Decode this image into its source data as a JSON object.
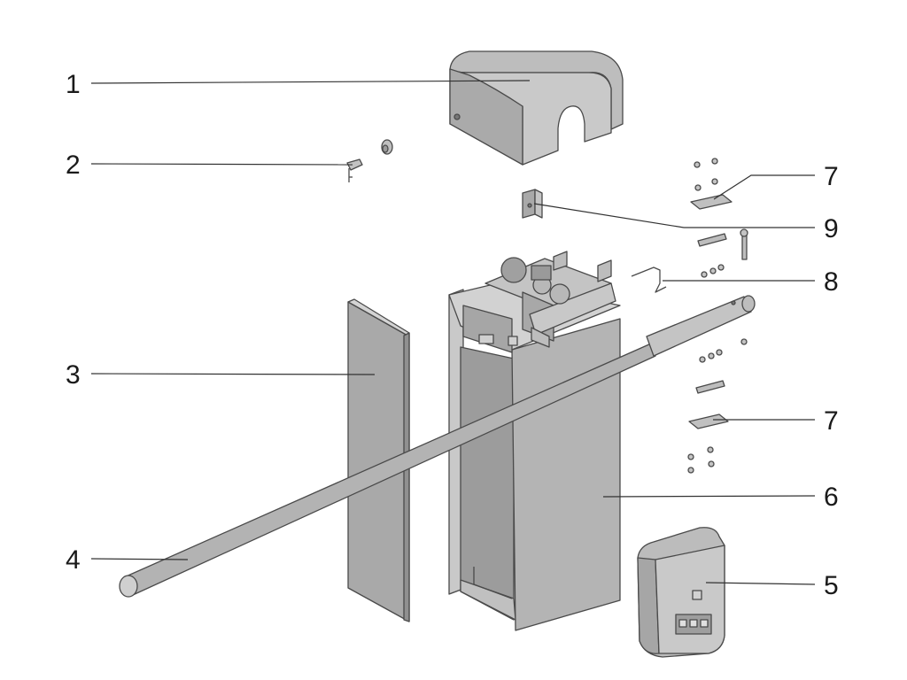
{
  "colors": {
    "part_face": "#b9b9b9",
    "part_light": "#d4d4d4",
    "part_dark": "#8e8e8e",
    "outline": "#4a4a4a",
    "leader": "#333333",
    "background": "#ffffff"
  },
  "callouts": [
    {
      "id": "c1",
      "label": "1"
    },
    {
      "id": "c2",
      "label": "2"
    },
    {
      "id": "c3",
      "label": "3"
    },
    {
      "id": "c4",
      "label": "4"
    },
    {
      "id": "c5",
      "label": "5"
    },
    {
      "id": "c6",
      "label": "6"
    },
    {
      "id": "c7a",
      "label": "7"
    },
    {
      "id": "c7b",
      "label": "7"
    },
    {
      "id": "c8",
      "label": "8"
    },
    {
      "id": "c9",
      "label": "9"
    }
  ],
  "icons": {
    "cover": "motor-cover-icon",
    "key": "key-icon",
    "panel": "side-panel-icon",
    "boom": "boom-arm-icon",
    "control_box": "control-box-icon",
    "cabinet": "cabinet-housing-icon",
    "brackets": "mounting-bracket-icon",
    "crank": "release-crank-icon",
    "limit": "limit-bracket-icon"
  }
}
